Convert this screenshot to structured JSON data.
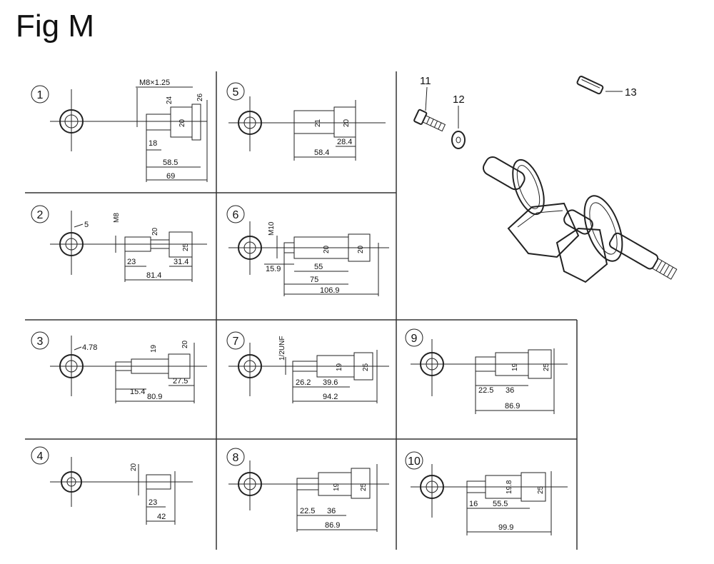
{
  "title": "Fig M",
  "callouts": {
    "c11": "11",
    "c12": "12",
    "c13": "13"
  },
  "panels": {
    "p1": {
      "num": "1",
      "d": [
        "M8×1.25",
        "24",
        "26",
        "20",
        "18",
        "58.5",
        "69"
      ]
    },
    "p2": {
      "num": "2",
      "d": [
        "5",
        "M8",
        "20",
        "25",
        "23",
        "31.4",
        "81.4"
      ]
    },
    "p3": {
      "num": "3",
      "d": [
        "4.78",
        "19",
        "20",
        "15.4",
        "27.5",
        "80.9"
      ]
    },
    "p4": {
      "num": "4",
      "d": [
        "20",
        "23",
        "42"
      ]
    },
    "p5": {
      "num": "5",
      "d": [
        "21",
        "20",
        "28.4",
        "58.4"
      ]
    },
    "p6": {
      "num": "6",
      "d": [
        "M10",
        "20",
        "20",
        "15.9",
        "55",
        "75",
        "106.9"
      ]
    },
    "p7": {
      "num": "7",
      "d": [
        "1/2UNF",
        "19",
        "25",
        "26.2",
        "39.6",
        "94.2"
      ]
    },
    "p8": {
      "num": "8",
      "d": [
        "19",
        "25",
        "22.5",
        "36",
        "86.9"
      ]
    },
    "p9": {
      "num": "9",
      "d": [
        "19",
        "25",
        "22.5",
        "36",
        "86.9"
      ]
    },
    "p10": {
      "num": "10",
      "d": [
        "19.8",
        "25",
        "16",
        "55.5",
        "99.9"
      ]
    }
  }
}
